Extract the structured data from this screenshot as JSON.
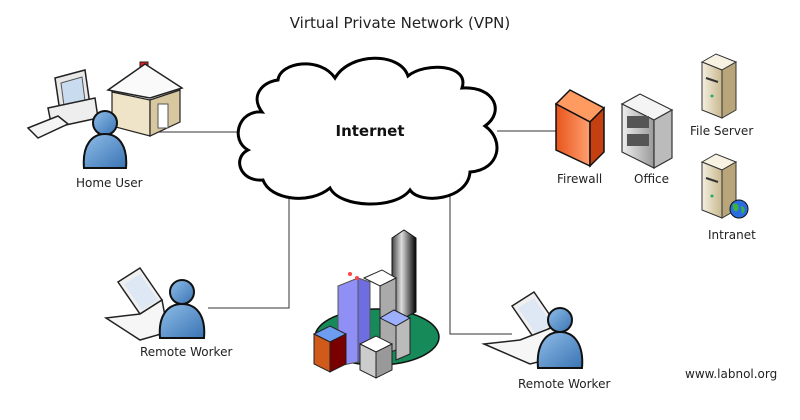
{
  "title": "Virtual Private Network (VPN)",
  "cloud": {
    "label": "Internet",
    "icon": "cloud-icon"
  },
  "nodes": [
    {
      "id": "home-user",
      "label": "Home User",
      "icons": [
        "desktop-computer-icon",
        "house-icon",
        "user-icon"
      ]
    },
    {
      "id": "remote-worker-left",
      "label": "Remote Worker",
      "icons": [
        "laptop-icon",
        "user-icon"
      ]
    },
    {
      "id": "city",
      "label": "",
      "icons": [
        "city-buildings-icon"
      ]
    },
    {
      "id": "remote-worker-right",
      "label": "Remote Worker",
      "icons": [
        "laptop-icon",
        "user-icon"
      ]
    },
    {
      "id": "firewall",
      "label": "Firewall",
      "icons": [
        "firewall-icon"
      ]
    },
    {
      "id": "office",
      "label": "Office",
      "icons": [
        "office-building-icon"
      ]
    },
    {
      "id": "file-server",
      "label": "File Server",
      "icons": [
        "server-icon"
      ]
    },
    {
      "id": "intranet",
      "label": "Intranet",
      "icons": [
        "server-icon",
        "globe-icon"
      ]
    }
  ],
  "connections": [
    {
      "from": "home-user",
      "to": "internet"
    },
    {
      "from": "internet",
      "to": "firewall"
    },
    {
      "from": "internet",
      "to": "remote-worker-left"
    },
    {
      "from": "internet",
      "to": "remote-worker-right"
    }
  ],
  "watermark": "www.labnol.org",
  "colors": {
    "user": "#4a86c5",
    "firewall": "#f07030",
    "server": "#e8dcc0",
    "ground": "#1a8a5a"
  }
}
